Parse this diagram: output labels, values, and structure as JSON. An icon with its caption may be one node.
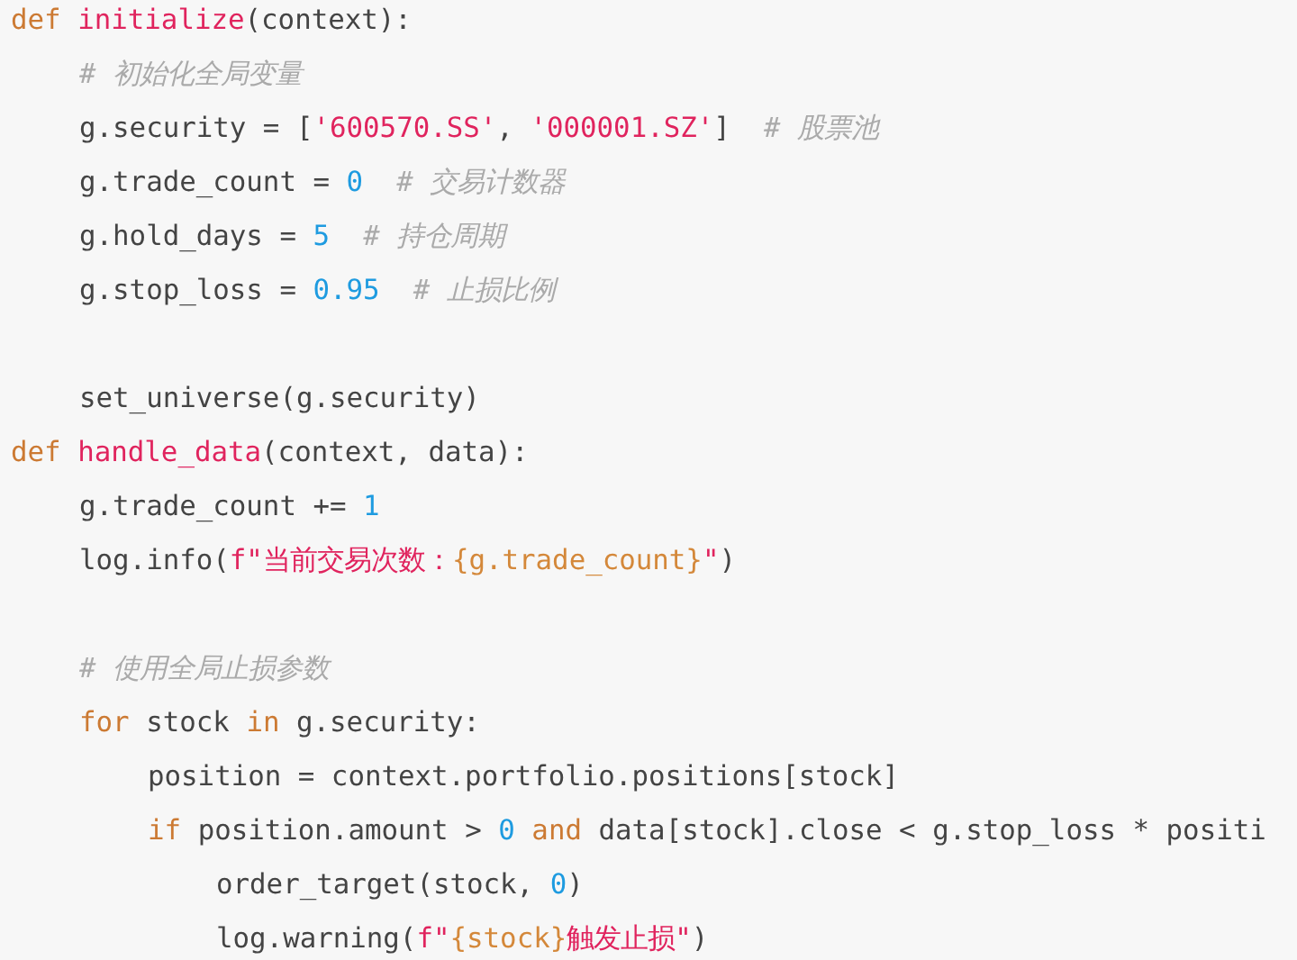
{
  "diagram": {
    "labels": [
      "def initialize(context):",
      "# 初始化全局变量",
      "g.security = ['600570.SS', '000001.SZ']  # 股票池",
      "g.trade_count = 0  # 交易计数器",
      "g.hold_days = 5  # 持仓周期",
      "g.stop_loss = 0.95  # 止损比例",
      "set_universe(g.security)",
      "def handle_data(context, data):",
      "g.trade_count += 1",
      "log.info(f\"当前交易次数：{g.trade_count}\")",
      "# 使用全局止损参数",
      "for stock in g.security:",
      "position = context.portfolio.positions[stock]",
      "if position.amount > 0 and data[stock].close < g.stop_loss * positi",
      "order_target(stock, 0)",
      "log.warning(f\"{stock}触发止损\")"
    ]
  }
}
